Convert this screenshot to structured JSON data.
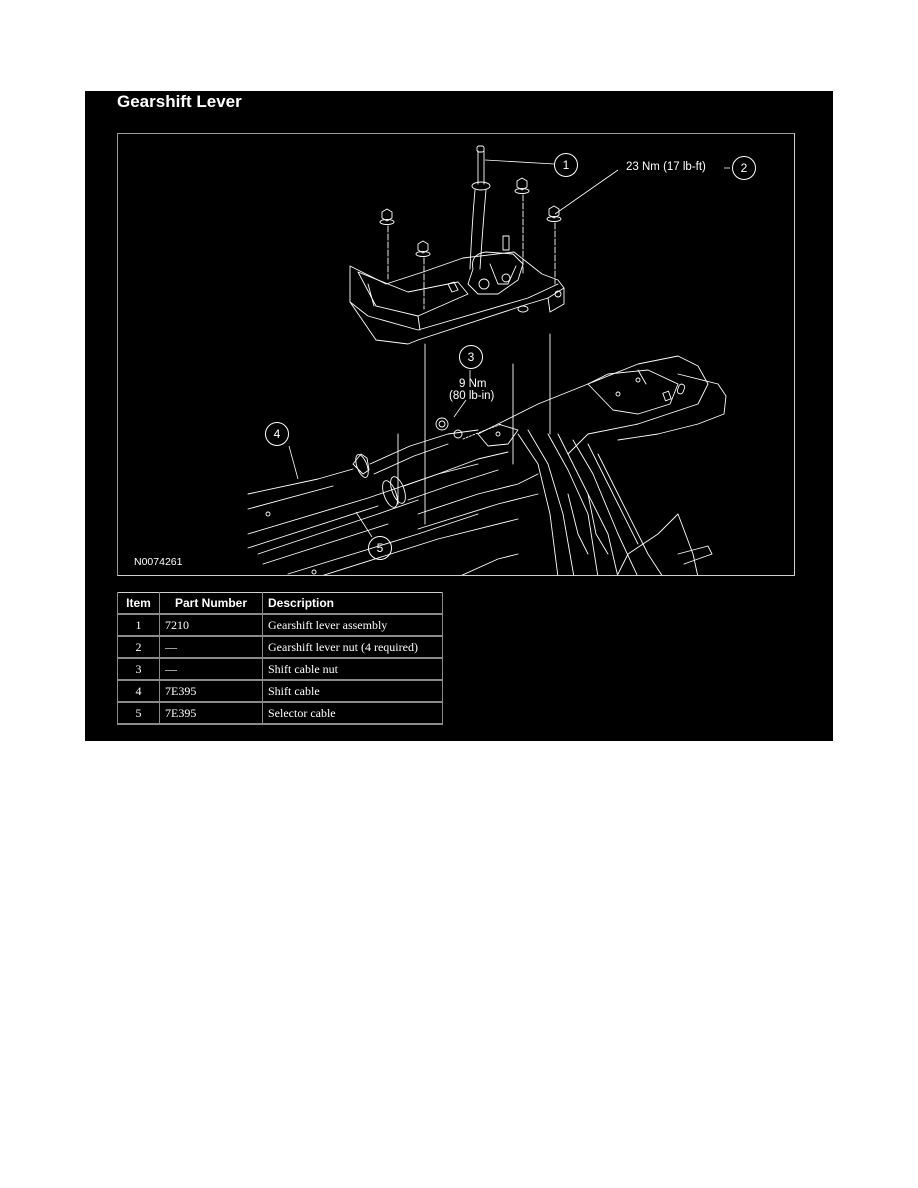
{
  "document": {
    "title": "Gearshift Lever",
    "diagram_id": "N0074261",
    "callouts": [
      {
        "number": "1",
        "label": ""
      },
      {
        "number": "2",
        "label": "23 Nm (17 lb-ft)"
      },
      {
        "number": "3",
        "label_line1": "9 Nm",
        "label_line2": "(80 lb-in)"
      },
      {
        "number": "4",
        "label": ""
      },
      {
        "number": "5",
        "label": ""
      }
    ],
    "colors": {
      "background": "#000000",
      "foreground": "#ffffff",
      "frame": "#9a9a9a",
      "page": "#ffffff"
    }
  },
  "table": {
    "headers": {
      "item": "Item",
      "part_number": "Part Number",
      "description": "Description"
    },
    "rows": [
      {
        "item": "1",
        "part_number": "7210",
        "description": "Gearshift lever assembly"
      },
      {
        "item": "2",
        "part_number": "—",
        "description": "Gearshift lever nut (4 required)"
      },
      {
        "item": "3",
        "part_number": "—",
        "description": "Shift cable nut"
      },
      {
        "item": "4",
        "part_number": "7E395",
        "description": "Shift cable"
      },
      {
        "item": "5",
        "part_number": "7E395",
        "description": "Selector cable"
      }
    ]
  }
}
